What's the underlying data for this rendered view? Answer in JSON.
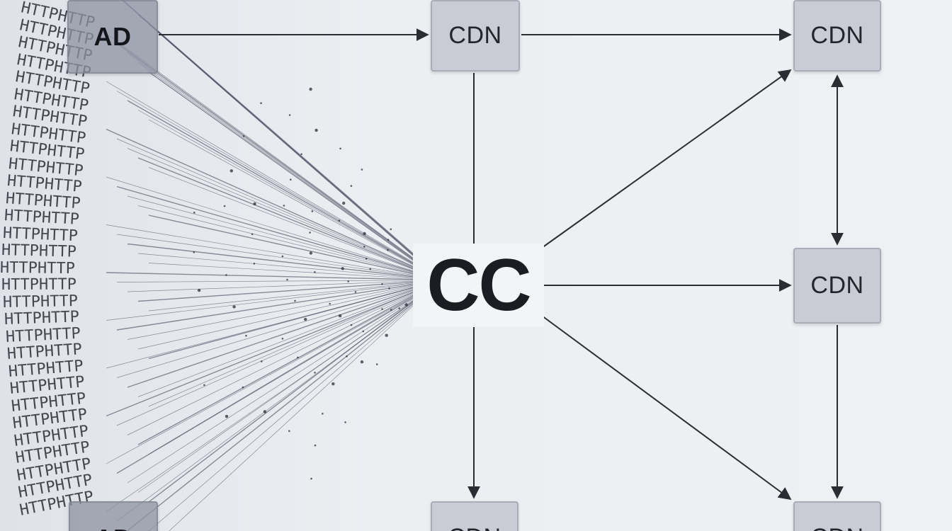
{
  "colors": {
    "background": "#eceef2",
    "node_fill": "#c9ccd4",
    "node_border": "#a9adb8",
    "arrow": "#2b2d33",
    "text": "#23252b"
  },
  "diagram": {
    "hub": {
      "label": "CC"
    },
    "nodes": [
      {
        "id": "ad-top",
        "label": "AD"
      },
      {
        "id": "cdn-top-mid",
        "label": "CDN"
      },
      {
        "id": "cdn-top-right",
        "label": "CDN"
      },
      {
        "id": "cdn-mid-right",
        "label": "CDN"
      },
      {
        "id": "cdn-bottom-mid",
        "label": "CDN"
      },
      {
        "id": "cdn-bottom-right",
        "label": "CDN"
      },
      {
        "id": "ad-bottom",
        "label": "AD"
      }
    ],
    "edges": [
      {
        "from": "ad-top",
        "to": "cdn-top-mid"
      },
      {
        "from": "cdn-top-mid",
        "to": "cdn-top-right"
      },
      {
        "from": "cdn-top-mid",
        "to": "cdn-bottom-mid"
      },
      {
        "from": "hub",
        "to": "cdn-top-right"
      },
      {
        "from": "hub",
        "to": "cdn-mid-right"
      },
      {
        "from": "hub",
        "to": "cdn-bottom-right"
      },
      {
        "from": "cdn-top-right",
        "to": "cdn-mid-right",
        "bidirectional": true
      },
      {
        "from": "cdn-mid-right",
        "to": "cdn-bottom-right"
      }
    ],
    "traffic_text": "HTTPHTTP"
  }
}
